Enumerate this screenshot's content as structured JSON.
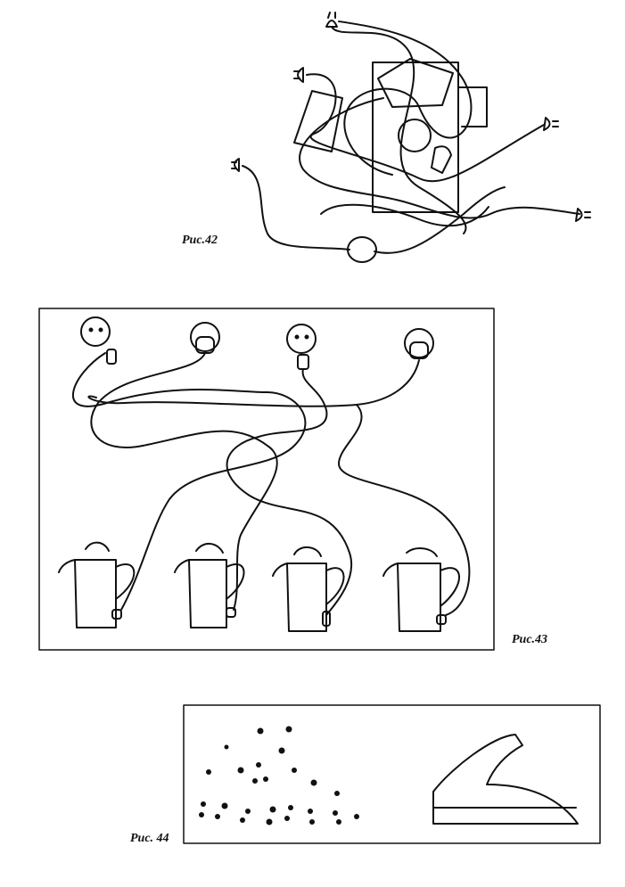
{
  "figures": [
    {
      "id": "fig42",
      "caption": "Рис.42"
    },
    {
      "id": "fig43",
      "caption": "Рис.43"
    },
    {
      "id": "fig44",
      "caption": "Рис. 44"
    }
  ]
}
